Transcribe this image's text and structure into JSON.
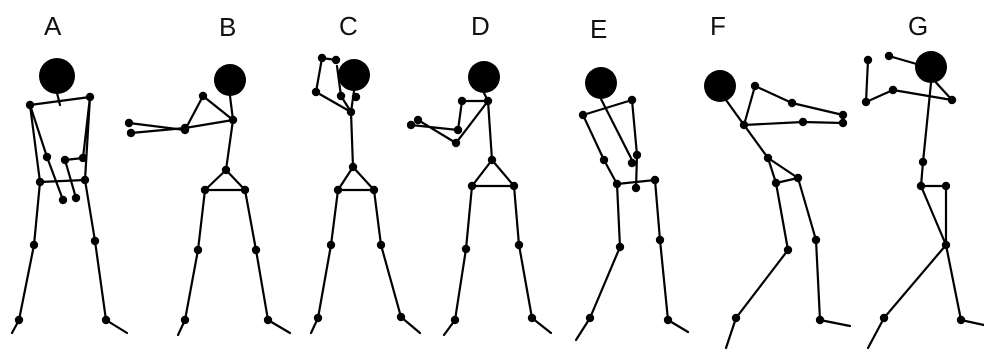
{
  "figure": {
    "panels": [
      {
        "label": "A"
      },
      {
        "label": "B"
      },
      {
        "label": "C"
      },
      {
        "label": "D"
      },
      {
        "label": "E"
      },
      {
        "label": "F"
      },
      {
        "label": "G"
      }
    ],
    "colors": {
      "stroke": "#000000",
      "background": "#ffffff"
    }
  }
}
